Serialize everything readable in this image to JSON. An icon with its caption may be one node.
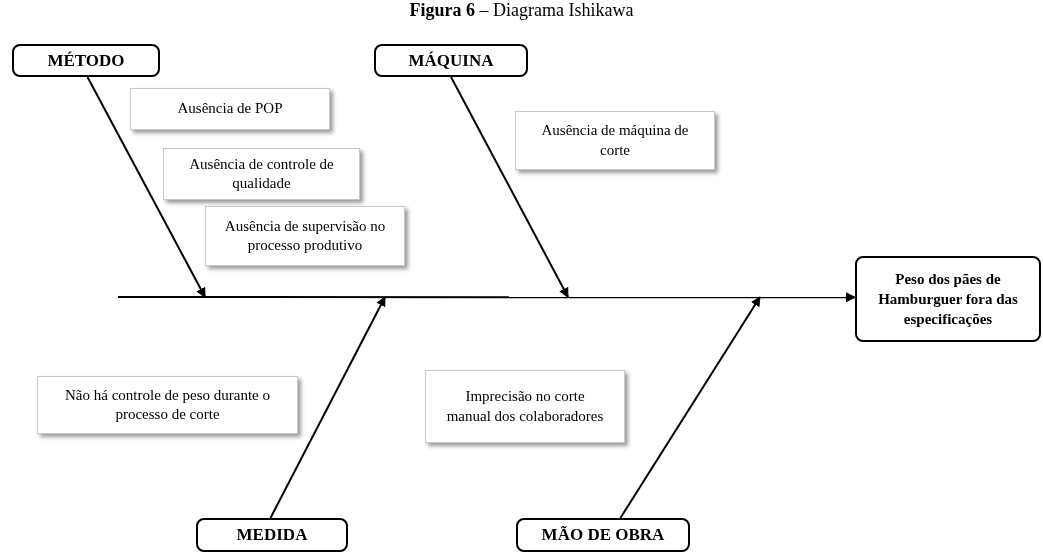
{
  "diagram": {
    "title": "**Figura 6** – Diagrama Ishikawa",
    "nodes": [
      {
        "text": [
          "MÉTODO"
        ]
      },
      {
        "text": [
          "MÁQUINA"
        ]
      },
      {
        "text": [
          "Ausência de POP"
        ]
      },
      {
        "text": [
          "Ausência de máquina de corte"
        ]
      },
      {
        "text": [
          "Ausência de controle de qualidade"
        ]
      },
      {
        "text": [
          "Ausência de supervisão no processo produtivo"
        ]
      },
      {
        "text": [
          "Peso dos pães de Hamburguer fora das especificações"
        ]
      },
      {
        "text": [
          "Não há controle de peso durante o processo de corte"
        ]
      },
      {
        "text": [
          "Imprecisão no corte manual dos colaboradores"
        ]
      },
      {
        "text": [
          "MEDIDA"
        ]
      },
      {
        "text": [
          "MÃO DE OBRA"
        ]
      }
    ],
    "edges": [
      {
        "from": 0,
        "to": null,
        "arrow": "to"
      },
      {
        "from": 1,
        "to": null,
        "arrow": "to"
      },
      {
        "from": 9,
        "to": null,
        "arrow": "to"
      },
      {
        "from": 10,
        "to": null,
        "arrow": "to"
      },
      {
        "from": null,
        "to": 6,
        "arrow": "to"
      }
    ]
  }
}
